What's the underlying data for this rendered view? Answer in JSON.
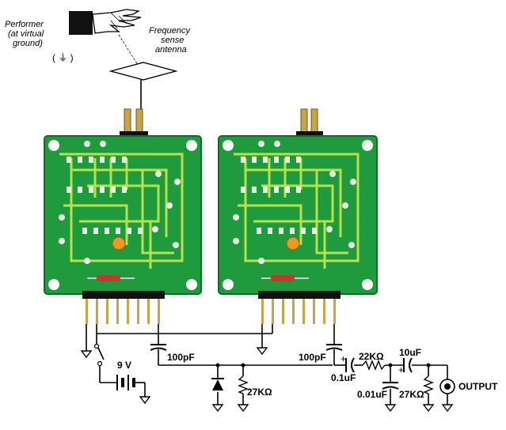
{
  "labels": {
    "performer_line1": "Performer",
    "performer_line2": "(at virtual",
    "performer_line3": "ground)",
    "ground_symbol_text": "( ⏚ )",
    "antenna_line1": "Frequency",
    "antenna_line2": "sense",
    "antenna_line3": "antenna",
    "battery": "9 V",
    "cap_100pf_left": "100pF",
    "cap_100pf_right": "100pF",
    "res_27k_left": "27KΩ",
    "cap_0_1uf": "0.1uF",
    "res_22k": "22KΩ",
    "cap_10uf": "10uF",
    "cap_0_01uf": "0.01uF",
    "res_27k_right": "27KΩ",
    "output": "OUTPUT",
    "plus_0_1uf": "+",
    "plus_10uf": "+"
  },
  "colors": {
    "pcb_green": "#1f9a3c",
    "pcb_dark": "#0e6b2a",
    "trace": "#b7e34a",
    "pad": "#e8efe6",
    "capacitor": "#e89b22",
    "header_pins": "#c9a44a",
    "wire": "#000000"
  },
  "icons": [
    "hand-icon",
    "ground-icon",
    "battery-icon",
    "diode-icon",
    "resistor-icon",
    "capacitor-icon",
    "output-jack-icon"
  ]
}
